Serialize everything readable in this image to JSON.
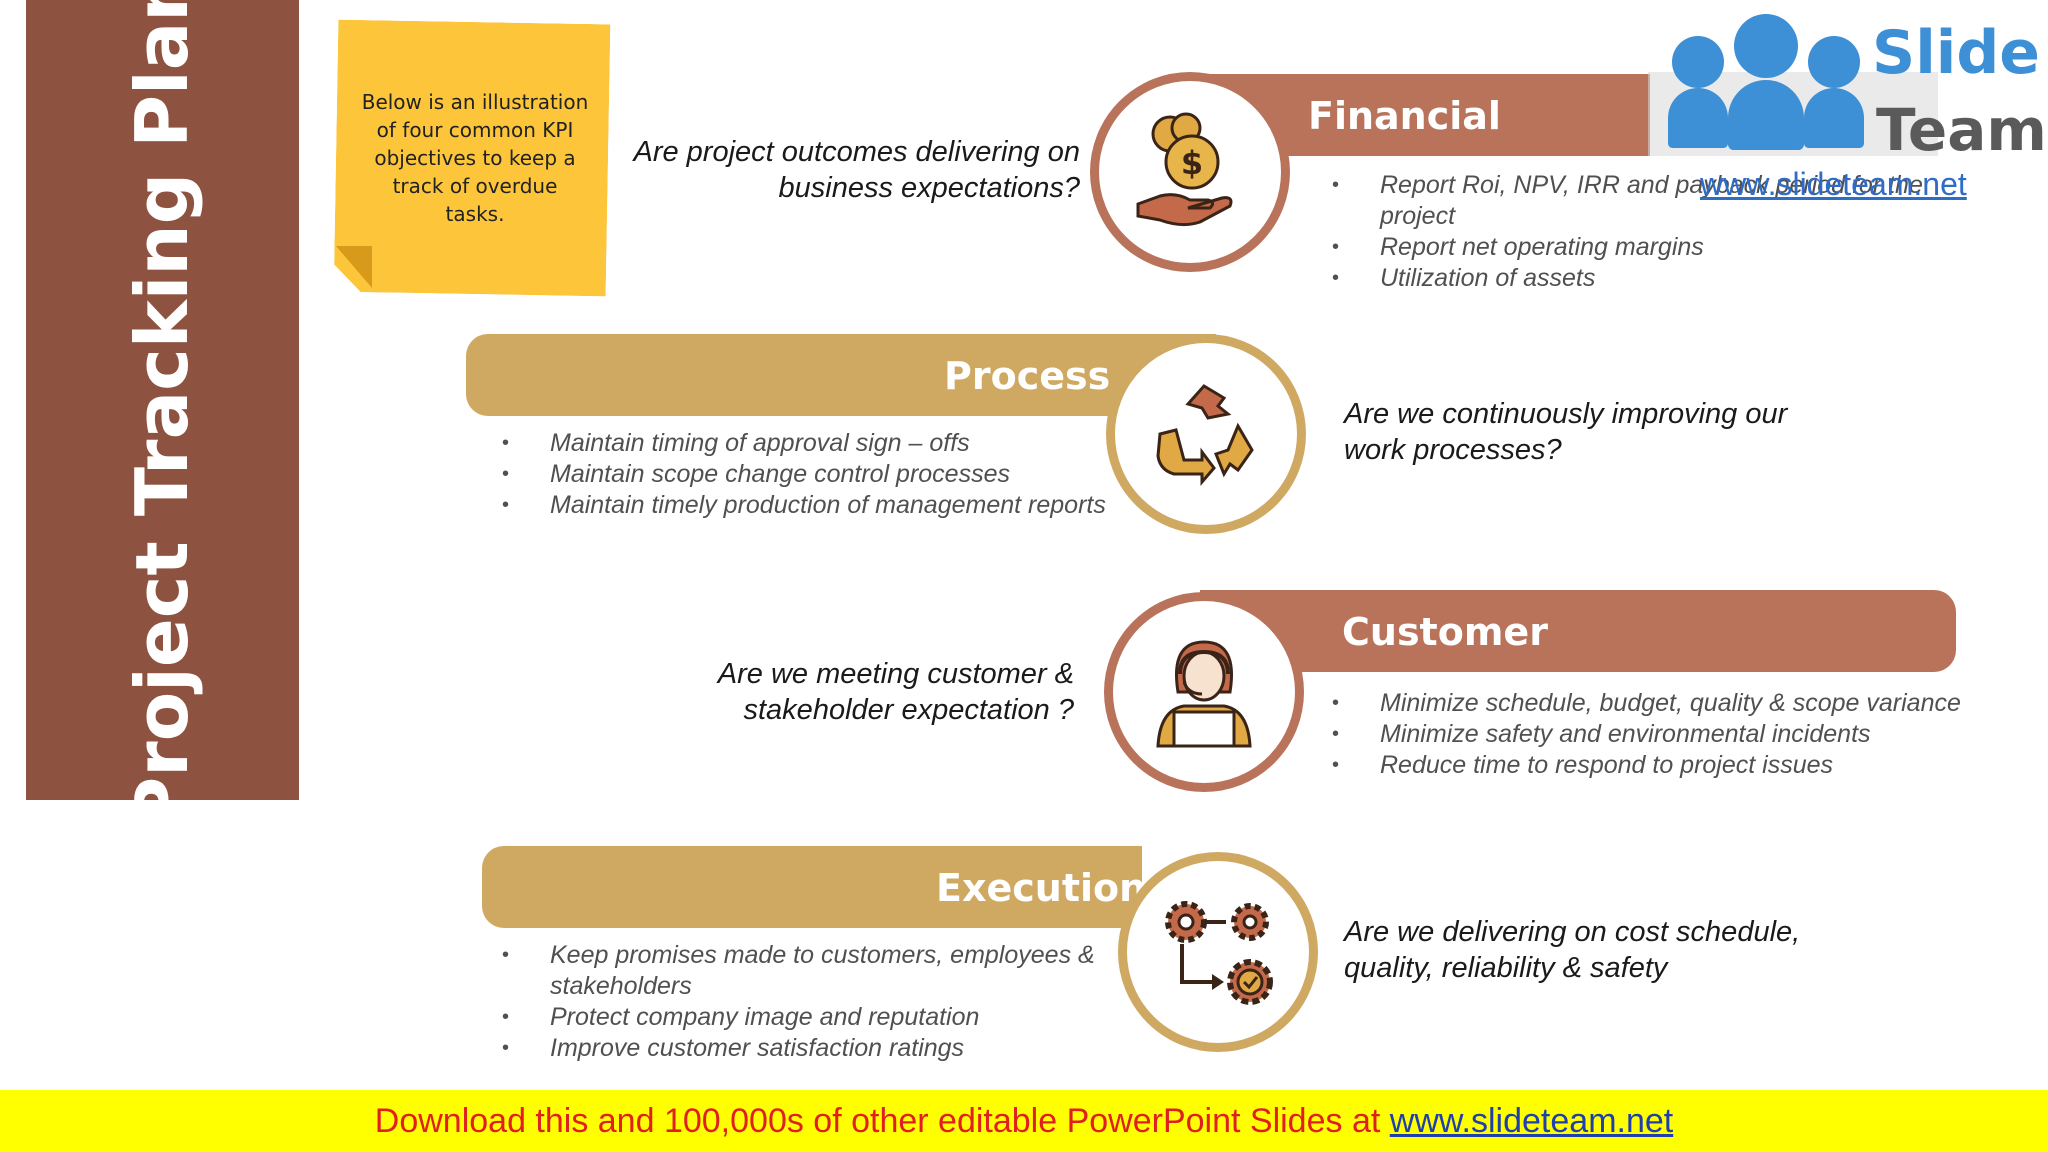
{
  "page_title": "Project Tracking Plan",
  "sticky_note": "Below is an illustration of four common KPI objectives to keep a track of overdue tasks.",
  "sections": [
    {
      "label": "Financial",
      "icon": "money-hand-icon",
      "question_lines": [
        "Are project outcomes delivering on",
        "business expectations?"
      ],
      "bullets": [
        "Report Roi, NPV, IRR and payback period for the project",
        "Report net operating margins",
        "Utilization of assets"
      ]
    },
    {
      "label": "Process",
      "icon": "recycle-arrows-icon",
      "question_lines": [
        "Are we continuously improving our",
        "work processes?"
      ],
      "bullets": [
        "Maintain timing of approval sign – offs",
        "Maintain scope change control processes",
        "Maintain timely production of management reports"
      ]
    },
    {
      "label": "Customer",
      "icon": "support-agent-icon",
      "question_lines": [
        "Are we meeting customer &",
        "stakeholder expectation ?"
      ],
      "bullets": [
        "Minimize schedule, budget, quality & scope variance",
        "Minimize safety and environmental incidents",
        "Reduce time to respond to project issues"
      ]
    },
    {
      "label": "Execution",
      "icon": "gears-workflow-icon",
      "question_lines": [
        "Are we delivering on cost schedule,",
        "quality, reliability & safety"
      ],
      "bullets": [
        "Keep promises made to customers, employees & stakeholders",
        "Protect company image and reputation",
        "Improve customer satisfaction ratings"
      ]
    }
  ],
  "logo": {
    "word1": "Slide",
    "word2": "Team",
    "url": "www.slideteam.net"
  },
  "footer": {
    "text": "Download this and 100,000s of other editable PowerPoint Slides at ",
    "link": "www.slideteam.net"
  },
  "colors": {
    "title_bar": "#8e5340",
    "brown_band": "#b8735a",
    "gold_band": "#cfa862",
    "sticky": "#fdc53a",
    "footer_bg": "#ffff00",
    "footer_text": "#e02020"
  }
}
